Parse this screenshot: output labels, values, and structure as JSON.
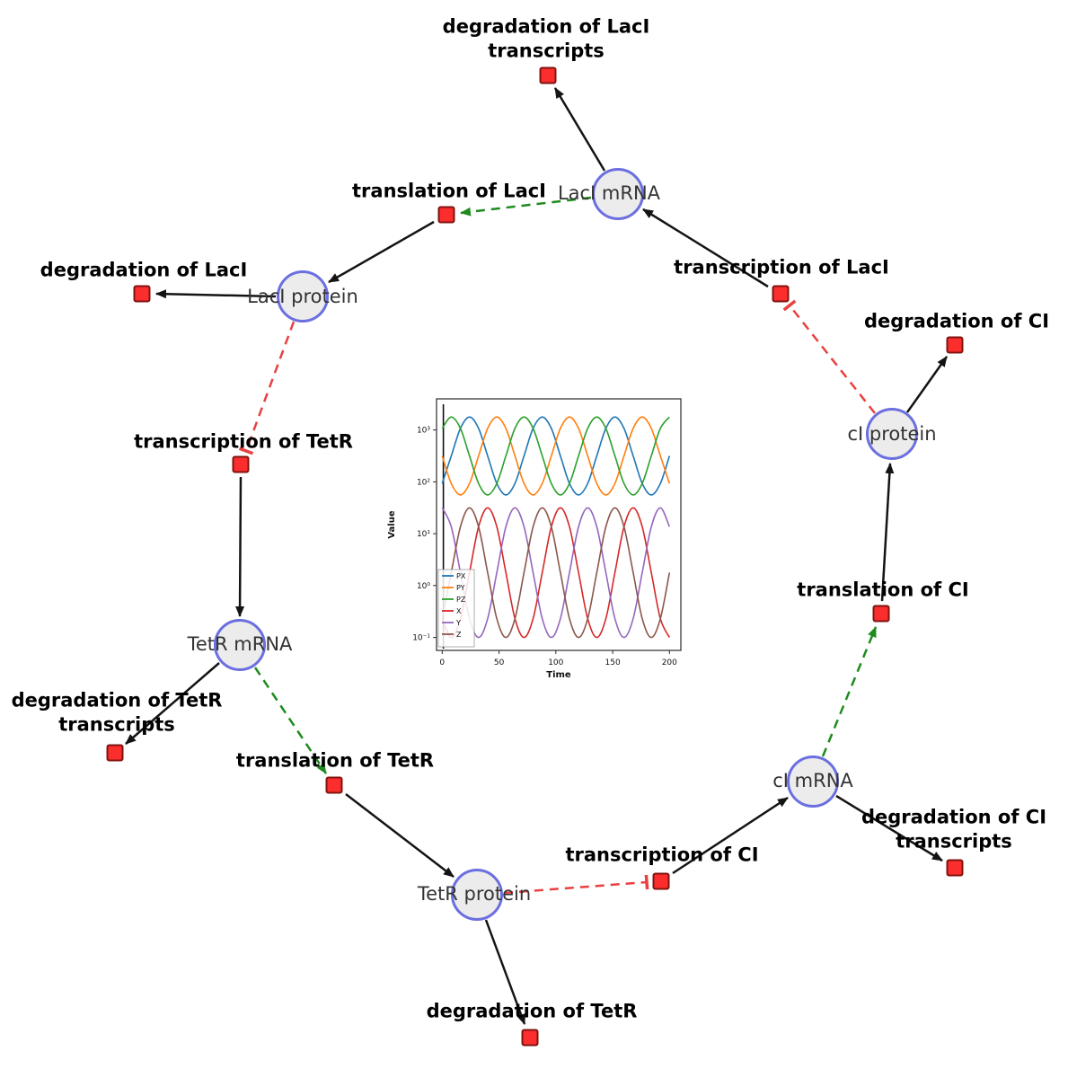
{
  "diagram": {
    "species": {
      "laci_mrna": {
        "label": "LacI mRNA"
      },
      "laci_protein": {
        "label": "LacI protein"
      },
      "tetr_mrna": {
        "label": "TetR mRNA"
      },
      "tetr_protein": {
        "label": "TetR protein"
      },
      "ci_mrna": {
        "label": "cI mRNA"
      },
      "ci_protein": {
        "label": "cI protein"
      }
    },
    "reactions": {
      "degradation_of_laci_transcripts": {
        "lines": [
          "degradation of LacI",
          "transcripts"
        ]
      },
      "translation_of_laci": {
        "lines": [
          "translation of LacI"
        ]
      },
      "transcription_of_laci": {
        "lines": [
          "transcription of LacI"
        ]
      },
      "degradation_of_laci": {
        "lines": [
          "degradation of LacI"
        ]
      },
      "degradation_of_ci": {
        "lines": [
          "degradation of CI"
        ]
      },
      "transcription_of_tetr": {
        "lines": [
          "transcription of TetR"
        ]
      },
      "translation_of_ci": {
        "lines": [
          "translation of CI"
        ]
      },
      "degradation_of_tetr_transcripts": {
        "lines": [
          "degradation of TetR",
          "transcripts"
        ]
      },
      "translation_of_tetr": {
        "lines": [
          "translation of TetR"
        ]
      },
      "degradation_of_ci_transcripts": {
        "lines": [
          "degradation of CI",
          "transcripts"
        ]
      },
      "transcription_of_ci": {
        "lines": [
          "transcription of CI"
        ]
      },
      "degradation_of_tetr": {
        "lines": [
          "degradation of TetR"
        ]
      }
    },
    "edges": [
      {
        "from": "LacI mRNA",
        "to": "degradation of LacI transcripts",
        "type": "consumption"
      },
      {
        "from": "LacI mRNA",
        "to": "translation of LacI",
        "type": "modifier"
      },
      {
        "from": "translation of LacI",
        "to": "LacI protein",
        "type": "production"
      },
      {
        "from": "transcription of LacI",
        "to": "LacI mRNA",
        "type": "production"
      },
      {
        "from": "cI protein",
        "to": "transcription of LacI",
        "type": "inhibition"
      },
      {
        "from": "LacI protein",
        "to": "degradation of LacI",
        "type": "consumption"
      },
      {
        "from": "LacI protein",
        "to": "transcription of TetR",
        "type": "inhibition"
      },
      {
        "from": "transcription of TetR",
        "to": "TetR mRNA",
        "type": "production"
      },
      {
        "from": "TetR mRNA",
        "to": "degradation of TetR transcripts",
        "type": "consumption"
      },
      {
        "from": "TetR mRNA",
        "to": "translation of TetR",
        "type": "modifier"
      },
      {
        "from": "translation of TetR",
        "to": "TetR protein",
        "type": "production"
      },
      {
        "from": "TetR protein",
        "to": "degradation of TetR",
        "type": "consumption"
      },
      {
        "from": "TetR protein",
        "to": "transcription of CI",
        "type": "inhibition"
      },
      {
        "from": "transcription of CI",
        "to": "cI mRNA",
        "type": "production"
      },
      {
        "from": "cI mRNA",
        "to": "degradation of CI transcripts",
        "type": "consumption"
      },
      {
        "from": "cI mRNA",
        "to": "translation of CI",
        "type": "modifier"
      },
      {
        "from": "translation of CI",
        "to": "cI protein",
        "type": "production"
      },
      {
        "from": "cI protein",
        "to": "degradation of CI",
        "type": "consumption"
      }
    ],
    "colors": {
      "species_fill": "#ececec",
      "species_border": "#6b6fe0",
      "reaction_fill": "#fb2d2d",
      "reaction_border": "#801410",
      "flow_edge": "#141414",
      "modifier_edge": "#1f8b1f",
      "inhibition_edge": "#e94040"
    }
  },
  "chart_data": {
    "type": "line",
    "title": "",
    "xlabel": "Time",
    "ylabel": "Value",
    "y_scale": "log",
    "xlim": [
      0,
      200
    ],
    "ylim_log10": [
      -1.25,
      3.6
    ],
    "x_ticks": [
      0,
      50,
      100,
      150,
      200
    ],
    "y_tick_values": [
      0.1,
      1,
      10,
      100,
      1000
    ],
    "y_tick_labels": [
      "10⁻¹",
      "10⁰",
      "10¹",
      "10²",
      "10³"
    ],
    "legend_position": "lower left",
    "grid": false,
    "initial_transient_x": 1,
    "x": [
      0,
      8,
      16,
      24,
      32,
      40,
      48,
      56,
      64,
      72,
      80,
      88,
      96,
      104,
      112,
      120,
      128,
      136,
      144,
      152,
      160,
      168,
      176,
      184,
      192,
      200
    ],
    "series": [
      {
        "name": "PX",
        "color": "#1f77b4",
        "values": [
          93,
          316,
          1072,
          1778,
          1072,
          316,
          93,
          56,
          93,
          316,
          1072,
          1778,
          1072,
          316,
          93,
          56,
          93,
          316,
          1072,
          1778,
          1072,
          316,
          93,
          56,
          93,
          316
        ]
      },
      {
        "name": "PY",
        "color": "#ff7f0e",
        "values": [
          316,
          93,
          56,
          93,
          316,
          1072,
          1778,
          1072,
          316,
          93,
          56,
          93,
          316,
          1072,
          1778,
          1072,
          316,
          93,
          56,
          93,
          316,
          1072,
          1778,
          1072,
          316,
          93
        ]
      },
      {
        "name": "PZ",
        "color": "#2ca02c",
        "values": [
          1072,
          1778,
          1072,
          316,
          93,
          56,
          93,
          316,
          1072,
          1778,
          1072,
          316,
          93,
          56,
          93,
          316,
          1072,
          1778,
          1072,
          316,
          93,
          56,
          93,
          316,
          1072,
          1778
        ]
      },
      {
        "name": "X",
        "color": "#d62728",
        "values": [
          0.23,
          0.1,
          0.23,
          1.78,
          13.6,
          31.6,
          13.6,
          1.78,
          0.23,
          0.1,
          0.23,
          1.78,
          13.6,
          31.6,
          13.6,
          1.78,
          0.23,
          0.1,
          0.23,
          1.78,
          13.6,
          31.6,
          13.6,
          1.78,
          0.23,
          0.1
        ]
      },
      {
        "name": "Y",
        "color": "#9467bd",
        "values": [
          31.6,
          13.6,
          1.78,
          0.23,
          0.1,
          0.23,
          1.78,
          13.6,
          31.6,
          13.6,
          1.78,
          0.23,
          0.1,
          0.23,
          1.78,
          13.6,
          31.6,
          13.6,
          1.78,
          0.23,
          0.1,
          0.23,
          1.78,
          13.6,
          31.6,
          13.6
        ]
      },
      {
        "name": "Z",
        "color": "#8c564b",
        "values": [
          0.23,
          1.78,
          13.6,
          31.6,
          13.6,
          1.78,
          0.23,
          0.1,
          0.23,
          1.78,
          13.6,
          31.6,
          13.6,
          1.78,
          0.23,
          0.1,
          0.23,
          1.78,
          13.6,
          31.6,
          13.6,
          1.78,
          0.23,
          0.1,
          0.23,
          1.78
        ]
      }
    ]
  }
}
